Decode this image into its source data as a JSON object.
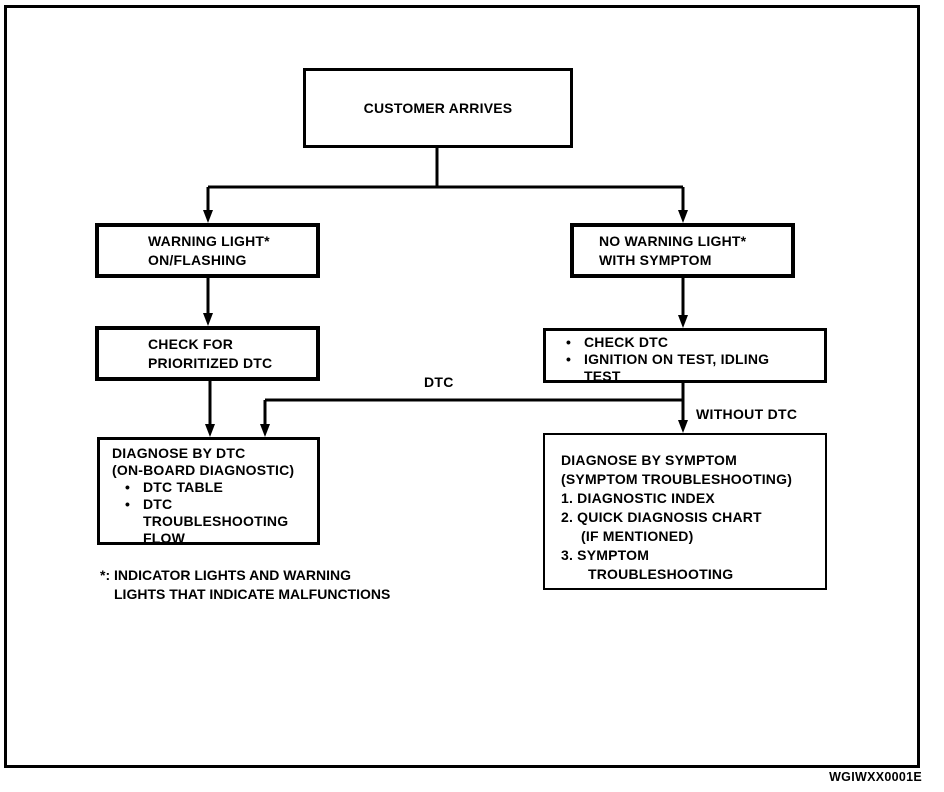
{
  "figure": {
    "code": "WGIWXX0001E"
  },
  "colors": {
    "ink": "#000000",
    "paper": "#ffffff"
  },
  "edge_labels": {
    "dtc": "DTC",
    "without_dtc": "WITHOUT DTC"
  },
  "footnote": {
    "line1": "*: INDICATOR LIGHTS AND WARNING",
    "line2": "LIGHTS THAT INDICATE MALFUNCTIONS"
  },
  "nodes": {
    "customer_arrives": {
      "lines": [
        {
          "text": "CUSTOMER ARRIVES"
        }
      ]
    },
    "warning_light": {
      "lines": [
        {
          "text": "WARNING LIGHT*"
        },
        {
          "text": "ON/FLASHING"
        }
      ]
    },
    "no_warning_light": {
      "lines": [
        {
          "text": "NO WARNING LIGHT*"
        },
        {
          "text": "WITH SYMPTOM"
        }
      ]
    },
    "check_prioritized_dtc": {
      "lines": [
        {
          "text": "CHECK FOR"
        },
        {
          "text": "PRIORITIZED DTC"
        }
      ]
    },
    "check_dtc_tests": {
      "lines": [
        {
          "marker": "•",
          "text": "CHECK DTC"
        },
        {
          "marker": "•",
          "text": "IGNITION ON TEST, IDLING"
        },
        {
          "text": "TEST"
        }
      ]
    },
    "diagnose_by_dtc": {
      "lines": [
        {
          "text": "DIAGNOSE BY DTC"
        },
        {
          "text": "(ON-BOARD DIAGNOSTIC)"
        },
        {
          "marker": "•",
          "text": "DTC TABLE"
        },
        {
          "marker": "•",
          "text": "DTC"
        },
        {
          "text": "TROUBLESHOOTING"
        },
        {
          "text": "FLOW"
        }
      ]
    },
    "diagnose_by_symptom": {
      "lines": [
        {
          "text": "DIAGNOSE BY SYMPTOM"
        },
        {
          "text": "(SYMPTOM TROUBLESHOOTING)"
        },
        {
          "text": "1. DIAGNOSTIC INDEX"
        },
        {
          "text": "2. QUICK DIAGNOSIS CHART"
        },
        {
          "text": "(IF MENTIONED)"
        },
        {
          "text": "3. SYMPTOM"
        },
        {
          "text": "TROUBLESHOOTING"
        }
      ]
    }
  }
}
